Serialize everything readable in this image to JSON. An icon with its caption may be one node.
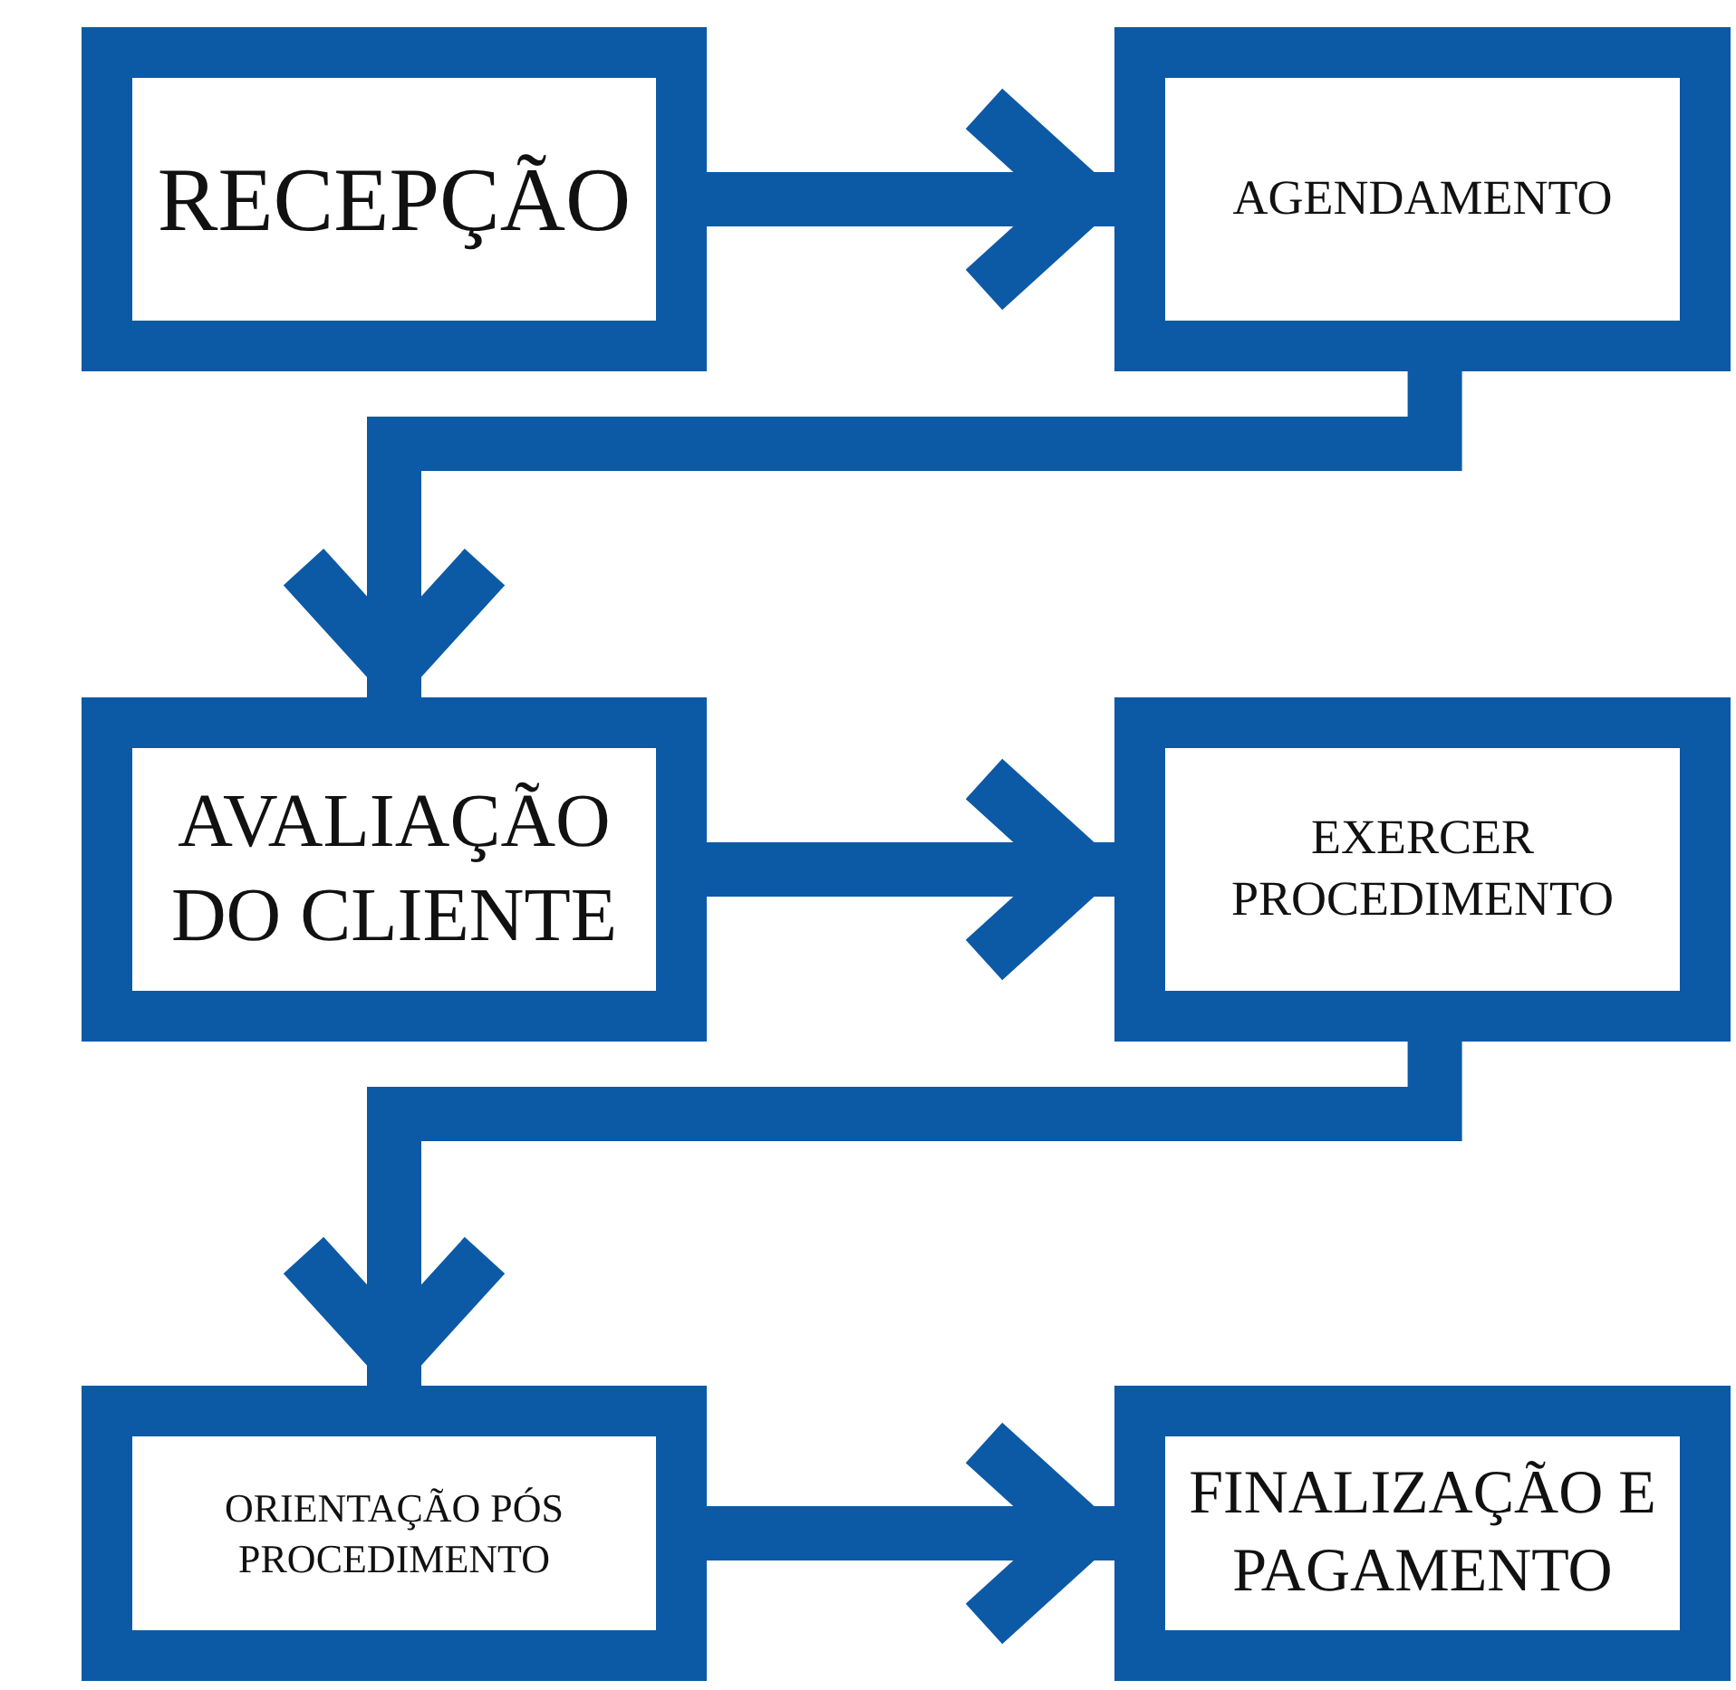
{
  "diagram": {
    "nodes": [
      {
        "text": [
          "RECEPÇÃO"
        ]
      },
      {
        "text": [
          "AGENDAMENTO"
        ]
      },
      {
        "text": [
          "AVALIAÇÃO DO CLIENTE"
        ]
      },
      {
        "text": [
          "EXERCER PROCEDIMENTO"
        ]
      },
      {
        "text": [
          "ORIENTAÇÃO PÓS PROCEDIMENTO"
        ]
      },
      {
        "text": [
          "FINALIZAÇÃO E PAGAMENTO"
        ]
      }
    ],
    "edges": [
      {
        "from": 0,
        "to": 1,
        "arrow": "to"
      },
      {
        "from": 1,
        "to": 2,
        "arrow": "to"
      },
      {
        "from": 2,
        "to": 3,
        "arrow": "to"
      },
      {
        "from": 3,
        "to": 4,
        "arrow": "to"
      },
      {
        "from": 4,
        "to": 5,
        "arrow": "to"
      }
    ]
  }
}
